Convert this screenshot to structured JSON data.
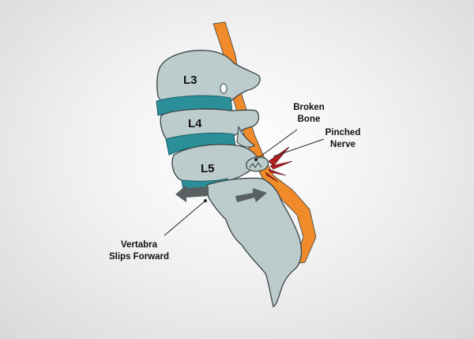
{
  "vertebrae": [
    {
      "label": "L3"
    },
    {
      "label": "L4"
    },
    {
      "label": "L5"
    }
  ],
  "callouts": {
    "broken_bone": {
      "line1": "Broken",
      "line2": "Bone"
    },
    "pinched_nerve": {
      "line1": "Pinched",
      "line2": "Nerve"
    },
    "slips_forward": {
      "line1": "Vertabra",
      "line2": "Slips Forward"
    }
  },
  "colors": {
    "bone": "#bccbcc",
    "bone_outline": "#3a4445",
    "disc": "#2b8f9a",
    "nerve": "#f08a2a",
    "inflammation": "#b01e24",
    "arrow": "#5a6061"
  }
}
